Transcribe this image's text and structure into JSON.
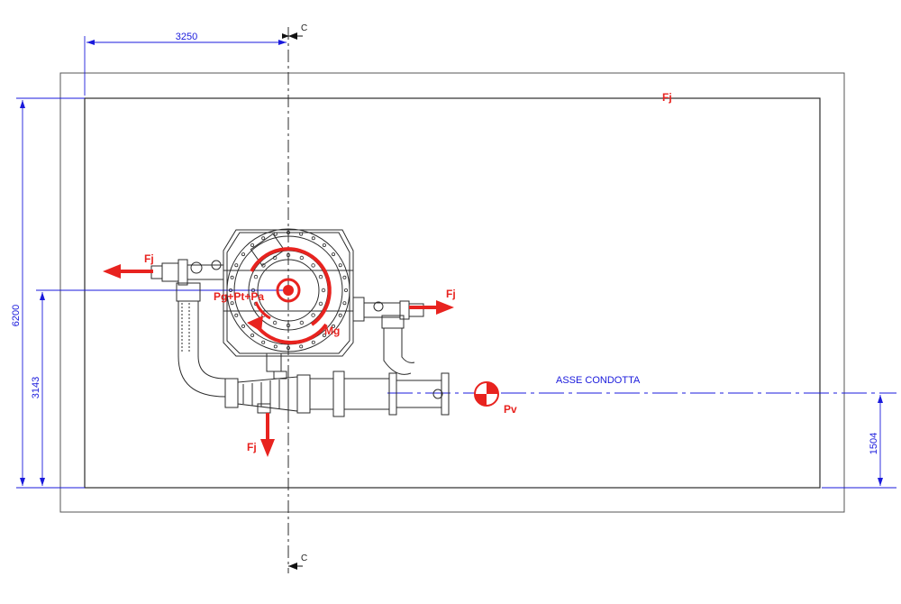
{
  "dimensions": {
    "top_offset": "3250",
    "total_width": "6200",
    "axis_height": "3143",
    "pipe_axis_height": "1504"
  },
  "section_marks": {
    "top": "C",
    "bottom": "C"
  },
  "labels": {
    "pipe_axis": "ASSE CONDOTTA",
    "fj_top": "Fj",
    "fj_left": "Fj",
    "fj_right": "Fj",
    "fj_bottom": "Fj",
    "center_loads": "Pg+Pt+Pa",
    "moment": "Mg",
    "valve_weight": "Pv"
  },
  "colors": {
    "dimension_lines": "#1a1adc",
    "forces": "#e8231f",
    "geometry": "#2b2b2b"
  }
}
